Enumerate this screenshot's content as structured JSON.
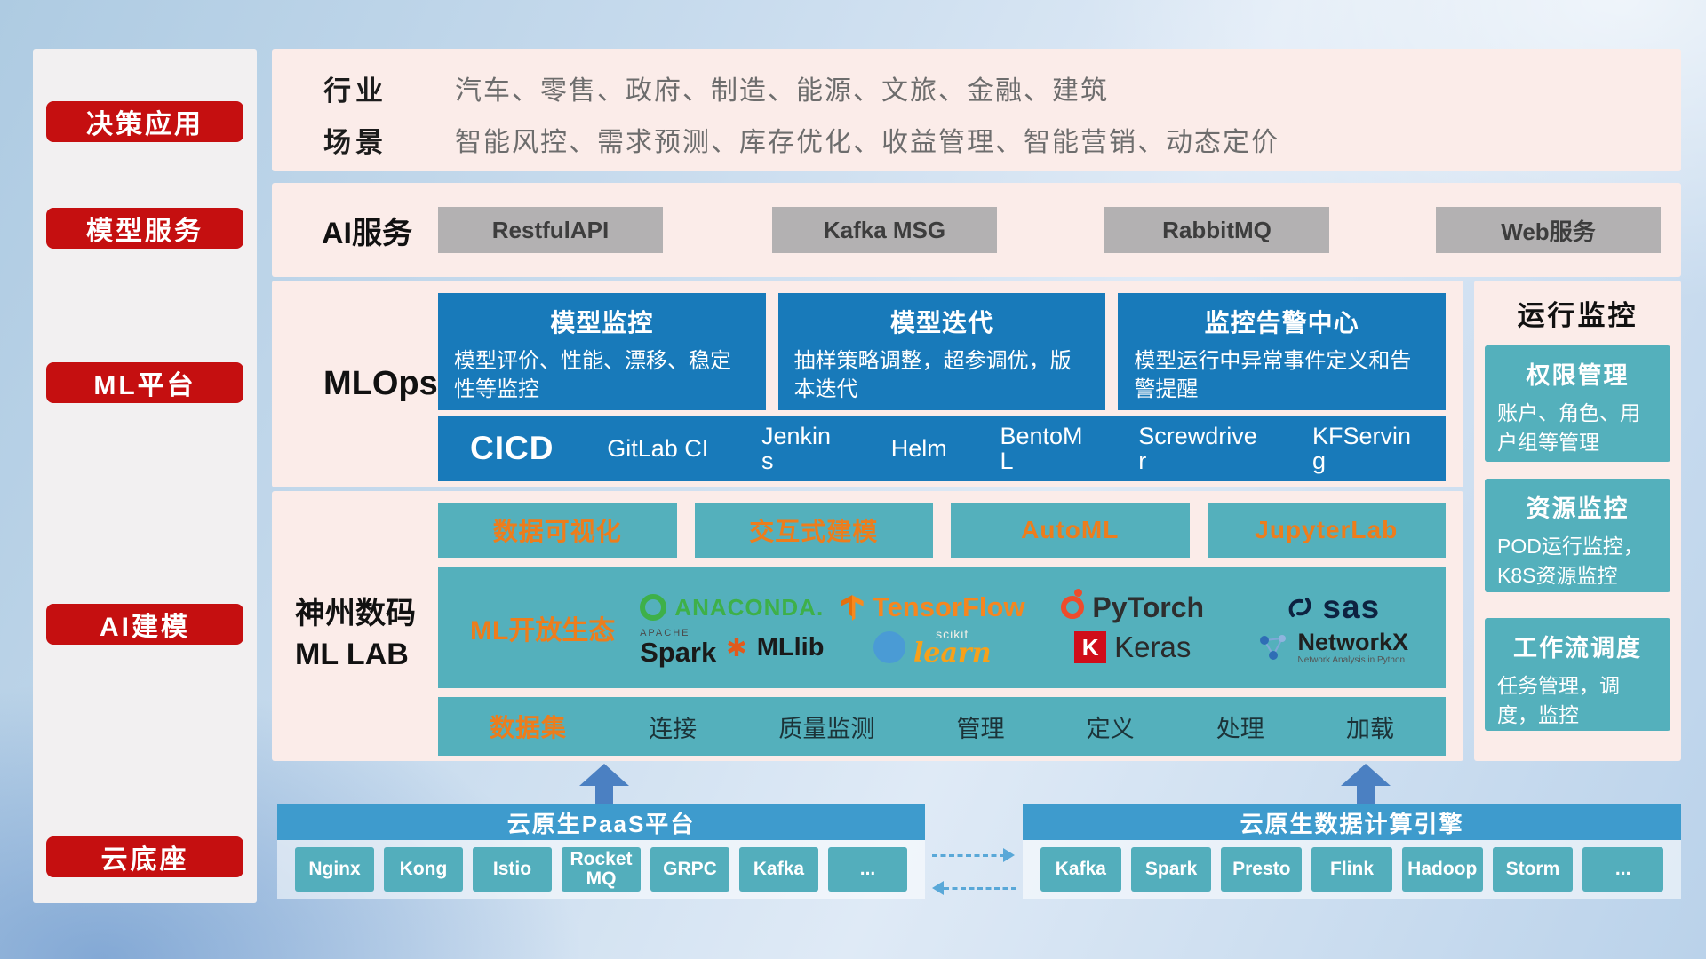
{
  "sidebar": {
    "items": [
      "决策应用",
      "模型服务",
      "ML平台",
      "AI建模",
      "云底座"
    ]
  },
  "industry": {
    "rows": [
      {
        "label": "行业",
        "text": "汽车、零售、政府、制造、能源、文旅、金融、建筑"
      },
      {
        "label": "场景",
        "text": "智能风控、需求预测、库存优化、收益管理、智能营销、动态定价"
      }
    ]
  },
  "ai_service": {
    "label": "AI服务",
    "items": [
      "RestfulAPI",
      "Kafka MSG",
      "RabbitMQ",
      "Web服务"
    ]
  },
  "mlops": {
    "label": "MLOps",
    "cards": [
      {
        "title": "模型监控",
        "desc": "模型评价、性能、漂移、稳定性等监控"
      },
      {
        "title": "模型迭代",
        "desc": "抽样策略调整，超参调优，版本迭代"
      },
      {
        "title": "监控告警中心",
        "desc": "模型运行中异常事件定义和告警提醒"
      }
    ],
    "cicd_label": "CICD",
    "cicd_items": [
      "GitLab CI",
      "Jenkins",
      "Helm",
      "BentoML",
      "Screwdriver",
      "KFServing"
    ]
  },
  "mllab": {
    "label_line1": "神州数码",
    "label_line2": "ML LAB",
    "tools": [
      "数据可视化",
      "交互式建模",
      "AutoML",
      "JupyterLab"
    ],
    "eco_label": "ML开放生态",
    "logos": {
      "anaconda": "ANACONDA.",
      "tensorflow": "TensorFlow",
      "pytorch": "PyTorch",
      "sas": "sas",
      "apache": "APACHE",
      "spark": "Spark",
      "mllib": "MLlib",
      "scikit": "scikit",
      "learn": "learn",
      "keras_initial": "K",
      "keras": "Keras",
      "networkx": "NetworkX",
      "networkx_sub": "Network Analysis in Python"
    },
    "dataset_label": "数据集",
    "dataset_items": [
      "连接",
      "质量监测",
      "管理",
      "定义",
      "处理",
      "加载"
    ]
  },
  "monitor": {
    "title": "运行监控",
    "cards": [
      {
        "title": "权限管理",
        "desc": "账户、角色、用户组等管理"
      },
      {
        "title": "资源监控",
        "desc": "POD运行监控，K8S资源监控"
      },
      {
        "title": "工作流调度",
        "desc": "任务管理，调度，监控"
      }
    ]
  },
  "bottom": {
    "paas_title": "云原生PaaS平台",
    "paas_items": [
      "Nginx",
      "Kong",
      "Istio",
      "RocketMQ",
      "GRPC",
      "Kafka",
      "..."
    ],
    "engine_title": "云原生数据计算引擎",
    "engine_items": [
      "Kafka",
      "Spark",
      "Presto",
      "Flink",
      "Hadoop",
      "Storm",
      "..."
    ]
  },
  "colors": {
    "accent_red": "#c50f10",
    "band_pink": "#fbece9",
    "card_blue": "#187aba",
    "teal": "#54b0bc",
    "accent_orange": "#ed7d1c",
    "bar_blue": "#3e9bcd",
    "gray_button": "#b3b1b2"
  }
}
